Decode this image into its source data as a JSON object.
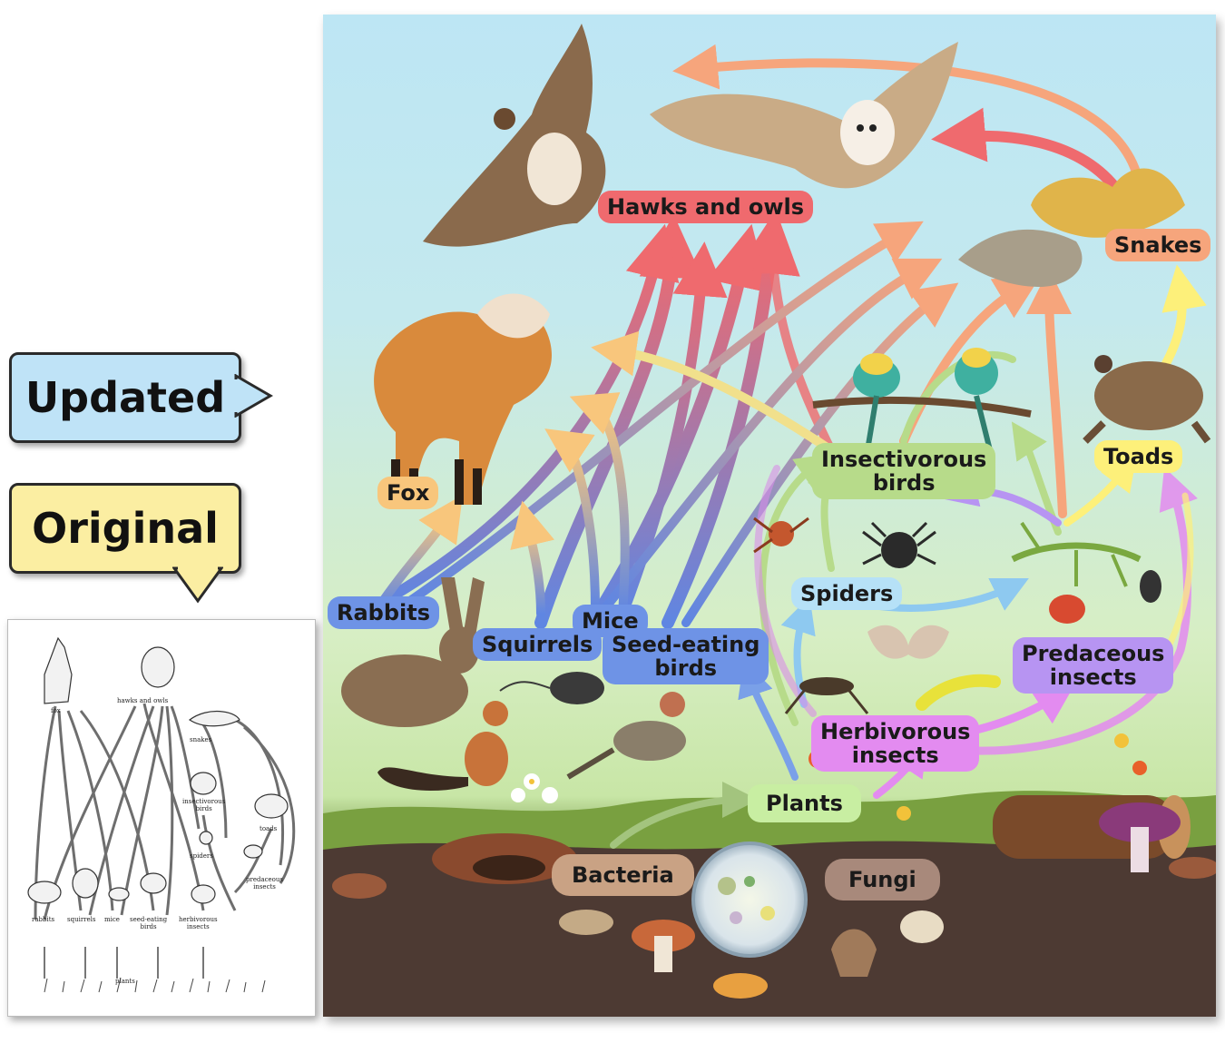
{
  "tags": {
    "updated": "Updated",
    "original": "Original"
  },
  "colors": {
    "hawks_owls": "#ef6a6e",
    "snakes": "#f6a57c",
    "fox": "#f8c67c",
    "toads": "#fdf07a",
    "insectivorous_birds": "#b7db8a",
    "spiders": "#b6e1f7",
    "primary_consumers": "#6e93e6",
    "predaceous_insects": "#b794f2",
    "herbivorous_insects": "#e38bf0",
    "plants": "#c8eea2",
    "bacteria": "#c9a284",
    "fungi": "#a8897b"
  },
  "updated": {
    "labels": {
      "hawks": "Hawks and owls",
      "snakes": "Snakes",
      "fox": "Fox",
      "toads": "Toads",
      "insectivorous_line1": "Insectivorous",
      "insectivorous_line2": "birds",
      "spiders": "Spiders",
      "rabbits": "Rabbits",
      "squirrels": "Squirrels",
      "mice": "Mice",
      "seed_line1": "Seed-eating",
      "seed_line2": "birds",
      "predaceous_line1": "Predaceous",
      "predaceous_line2": "insects",
      "herbivorous_line1": "Herbivorous",
      "herbivorous_line2": "insects",
      "plants": "Plants",
      "bacteria": "Bacteria",
      "fungi": "Fungi"
    }
  },
  "original": {
    "labels": {
      "fox": "fox",
      "hawks": "hawks and owls",
      "snakes": "snakes",
      "insectivorous_line1": "insectivorous",
      "insectivorous_line2": "birds",
      "toads": "toads",
      "spiders": "spiders",
      "predaceous_line1": "predaceous",
      "predaceous_line2": "insects",
      "rabbits": "rabbits",
      "squirrels": "squirrels",
      "mice": "mice",
      "seed_line1": "seed-eating",
      "seed_line2": "birds",
      "herbivorous_line1": "herbivorous",
      "herbivorous_line2": "insects",
      "plants": "plants"
    }
  }
}
